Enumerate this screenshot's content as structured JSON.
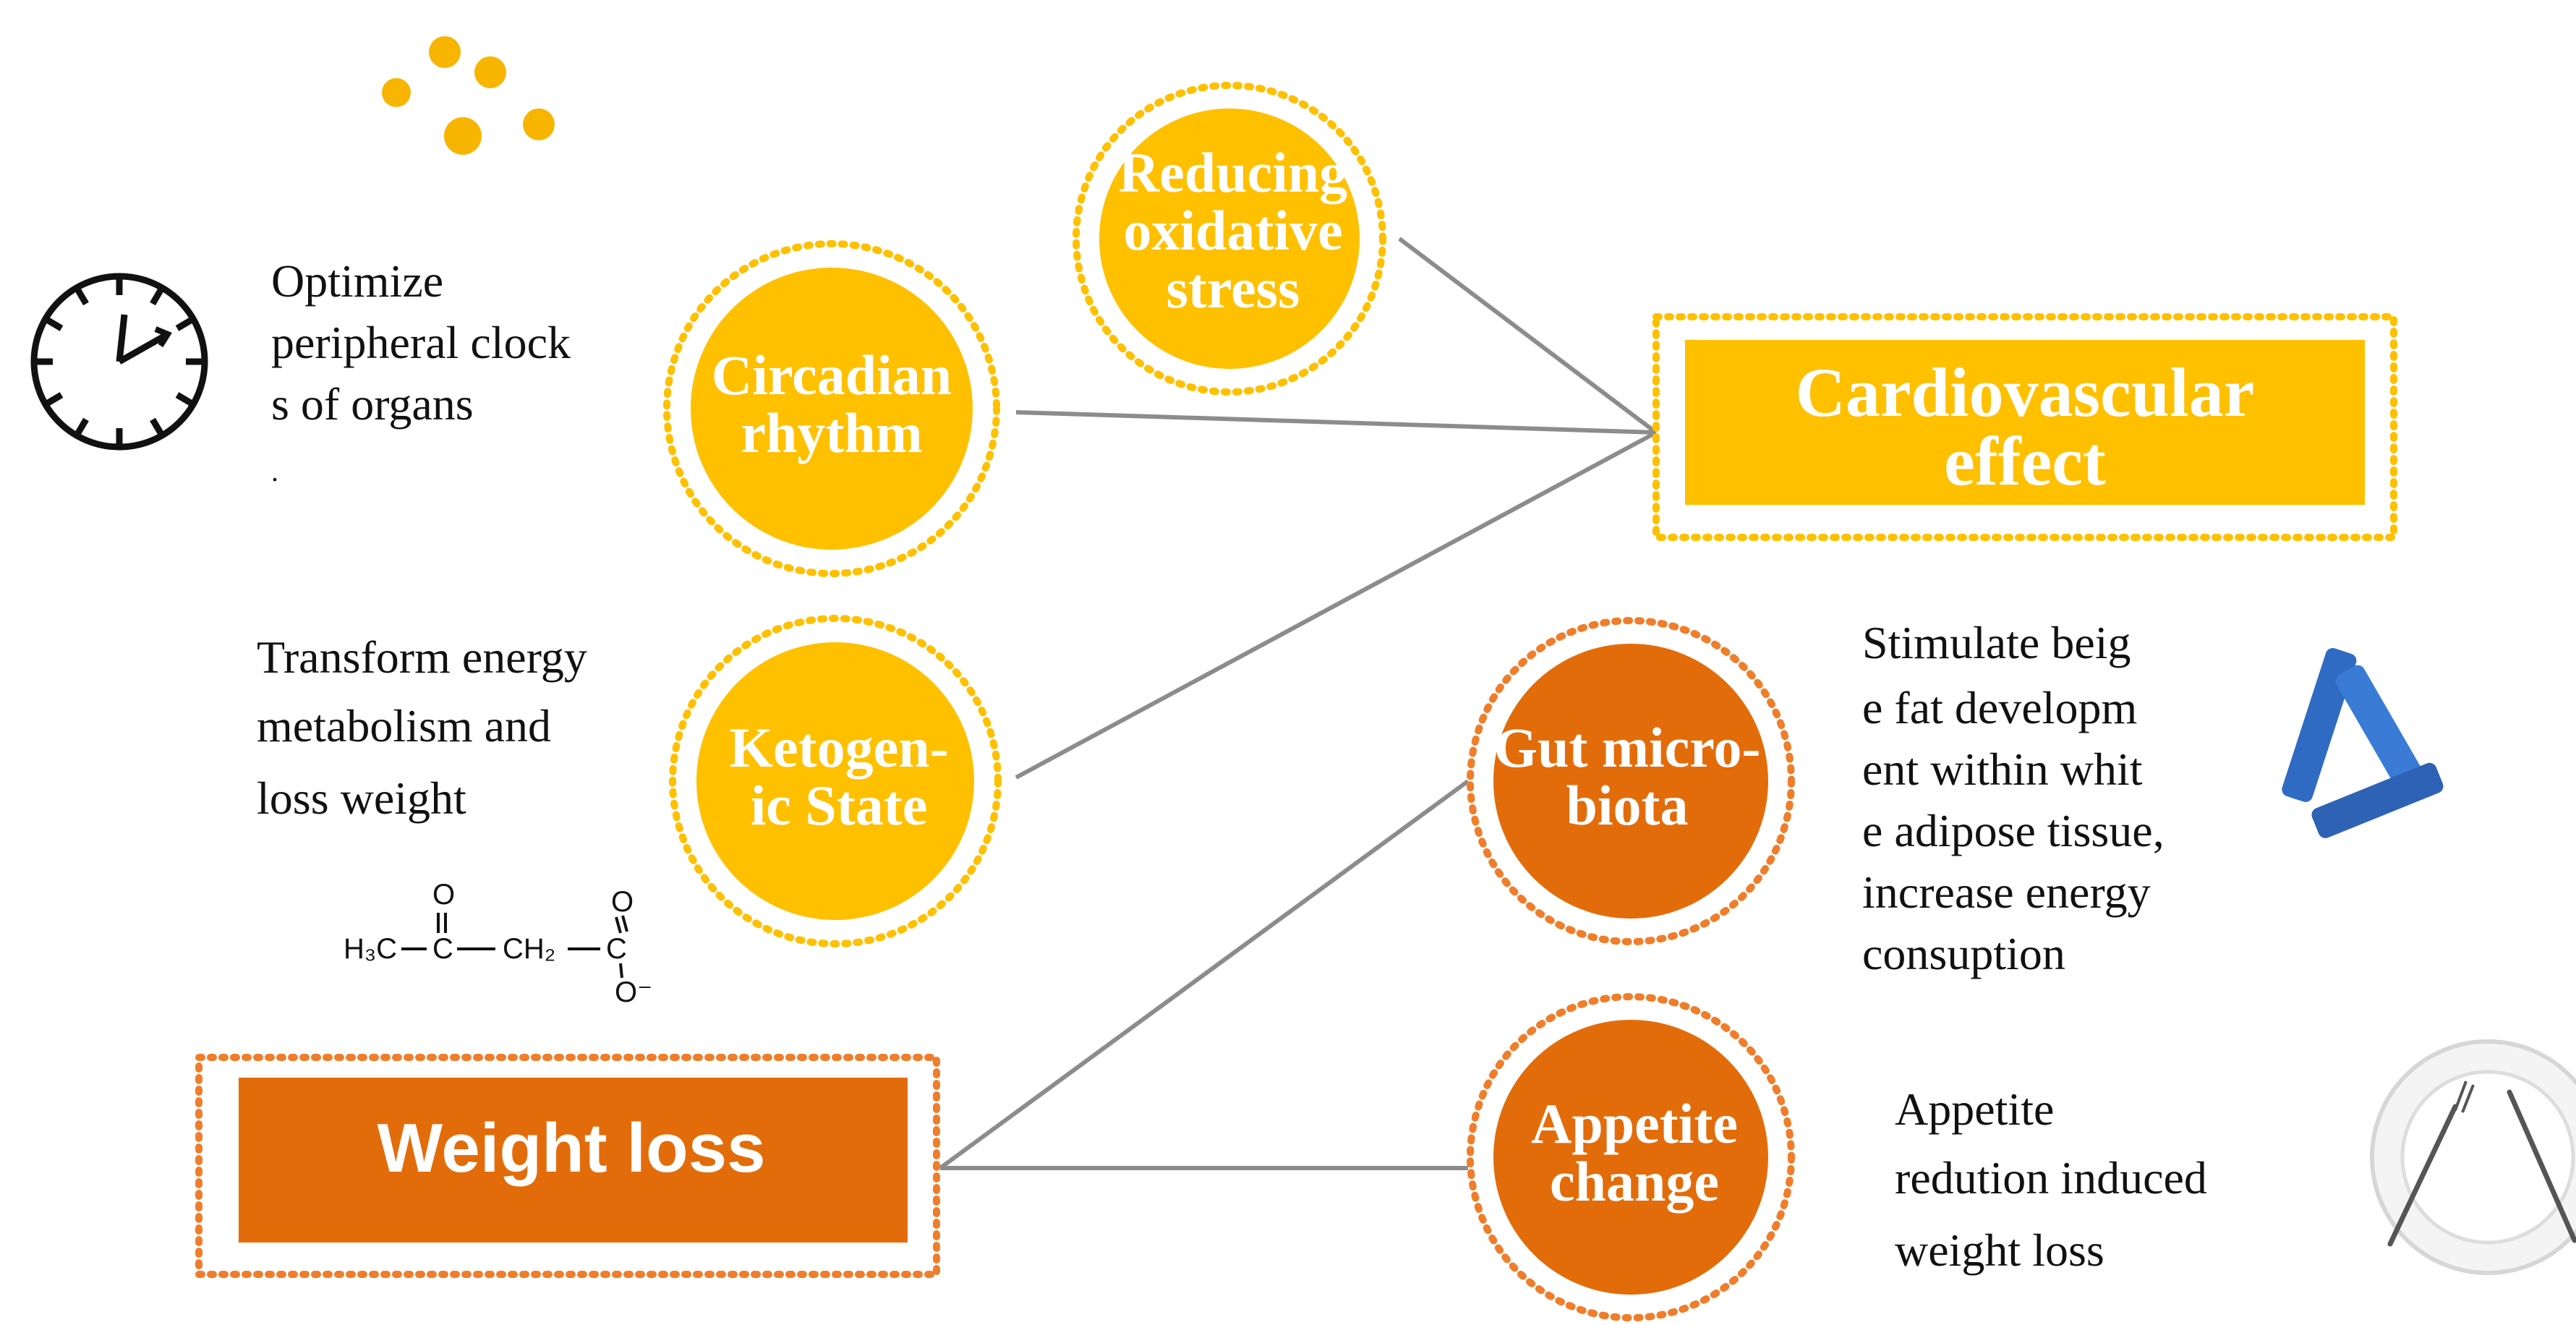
{
  "colors": {
    "yellow": "#FFC000",
    "yellow_dotted": "#FFC000",
    "orange": "#E36C0A",
    "orange_dotted": "#F07D2A",
    "connector": "#8C8C8C",
    "text": "#111111",
    "icon_blue": "#2F6BC3"
  },
  "nodes": {
    "oxidative": [
      "Reducing",
      "oxidative",
      "stress"
    ],
    "circadian": [
      "Circadian",
      "rhythm"
    ],
    "ketogenic": [
      "Ketogen-",
      "ic State"
    ],
    "gut": [
      "Gut micro-",
      "biota"
    ],
    "appetite": [
      "Appetite",
      "change"
    ]
  },
  "boxes": {
    "cardio": [
      "Cardiovascular",
      "effect"
    ],
    "weight": "Weight loss"
  },
  "captions": {
    "clock": [
      "Optimize",
      "peripheral clock",
      "s of organs",
      "."
    ],
    "energy": [
      "Transform energy",
      "metabolism and",
      "loss weight"
    ],
    "beige": [
      "Stimulate beig",
      "e fat developm",
      "ent within whit",
      "e adipose tissue,",
      "increase energy",
      "consuption"
    ],
    "appetite": [
      "Appetite",
      "redution induced",
      "weight loss"
    ]
  },
  "molecule": {
    "h3c": "H₃C",
    "c": "C",
    "ch2": "CH₂",
    "o_top": "O",
    "o_right": "O",
    "o_minus": "O⁻"
  },
  "icons": {
    "clock": "clock-icon",
    "fat": "fat-cells-icon",
    "bacteria": "bacteria-icon",
    "plate": "plate-cutlery-icon"
  }
}
